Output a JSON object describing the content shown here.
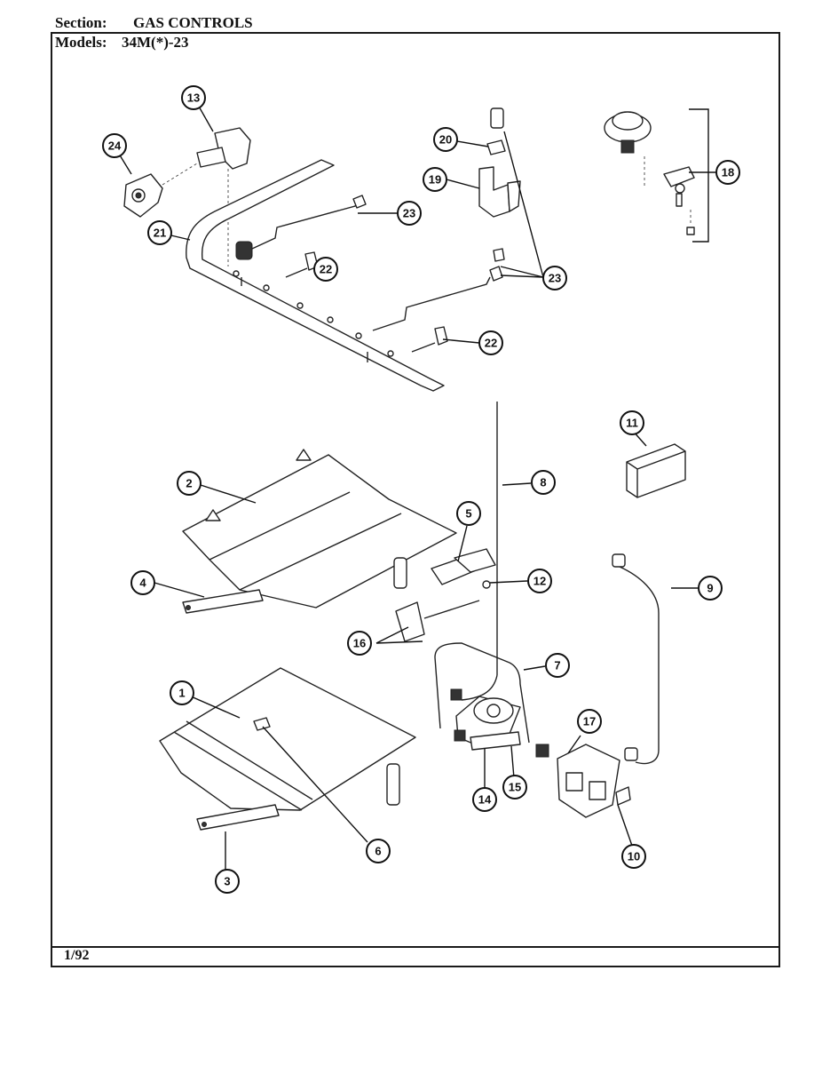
{
  "header": {
    "section_label": "Section:",
    "section_value": "GAS CONTROLS",
    "models_label": "Models:",
    "models_value": "34M(*)-23"
  },
  "footer": {
    "date": "1/92"
  },
  "callouts": [
    "1",
    "2",
    "3",
    "4",
    "5",
    "6",
    "7",
    "8",
    "9",
    "10",
    "11",
    "12",
    "13",
    "14",
    "15",
    "16",
    "17",
    "18",
    "19",
    "20",
    "21",
    "22",
    "22",
    "23",
    "23",
    "24"
  ]
}
